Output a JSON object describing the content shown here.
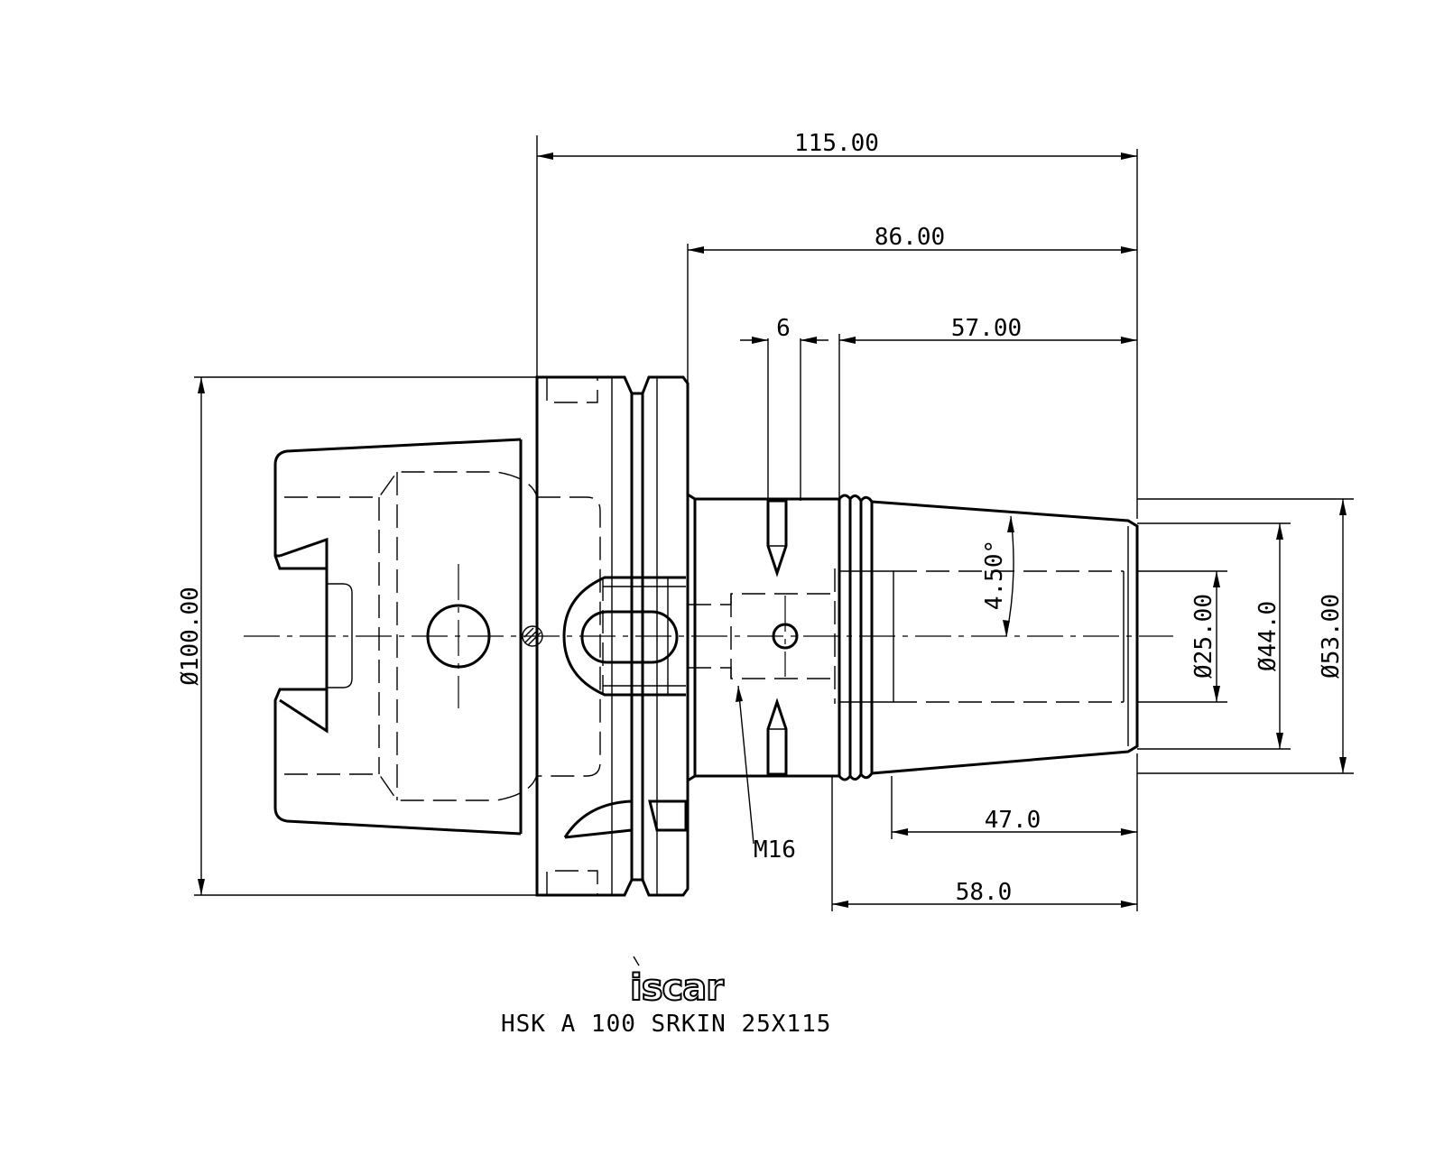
{
  "drawing": {
    "product_code": "HSK A 100 SRKIN 25X115",
    "logo_text": "iscar",
    "dimensions": {
      "overall_length": "115.00",
      "body_length": "86.00",
      "nose_length": "57.00",
      "slot_width": "6",
      "diameter_flange": "Ø100.00",
      "diameter_bore": "Ø25.00",
      "diameter_nose_tip": "Ø44.0",
      "diameter_nose_base": "Ø53.00",
      "taper_angle": "4.50°",
      "bore_depth": "47.0",
      "shrink_length": "58.0",
      "thread": "M16"
    }
  }
}
